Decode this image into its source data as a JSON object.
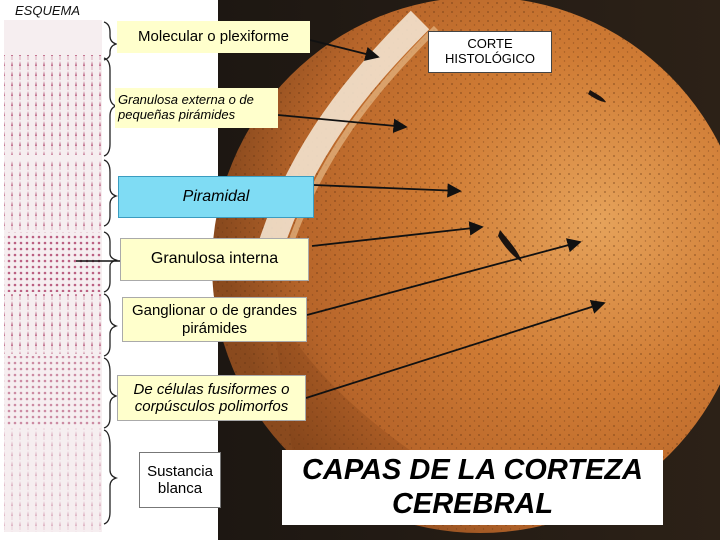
{
  "header": {
    "scheme_label": "ESQUEMA",
    "histology_label": "CORTE HISTOLÓGICO"
  },
  "layers": [
    {
      "label": "Molecular o plexiforme"
    },
    {
      "label": "Granulosa externa o de pequeñas pirámides"
    },
    {
      "label": "Piramidal"
    },
    {
      "label": "Granulosa interna"
    },
    {
      "label": "Ganglionar o de grandes pirámides"
    },
    {
      "label": "De células fusiformes o corpúsculos polimorfos"
    },
    {
      "label": "Sustancia blanca"
    }
  ],
  "title": "CAPAS DE LA CORTEZA CEREBRAL",
  "colors": {
    "label_fill": "#ffffcc",
    "highlight_fill": "#7fdcf4",
    "tissue": "#c8742c",
    "stain": "#b0486e"
  }
}
